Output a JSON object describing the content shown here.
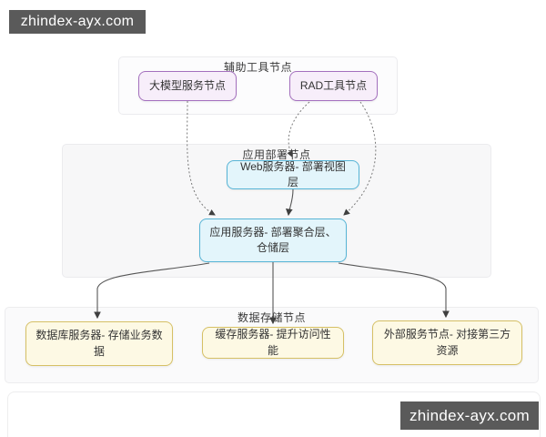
{
  "watermarks": {
    "top": "zhindex-ayx.com",
    "bottom": "zhindex-ayx.com"
  },
  "diagram": {
    "groups": [
      {
        "label": "辅助工具节点",
        "nodes": [
          {
            "label": "大模型服务节点"
          },
          {
            "label": "RAD工具节点"
          }
        ]
      },
      {
        "label": "应用部署节点",
        "nodes": [
          {
            "label": "Web服务器- 部署视图层"
          },
          {
            "label": "应用服务器- 部署聚合层、仓储层"
          }
        ]
      },
      {
        "label": "数据存储节点",
        "nodes": [
          {
            "label": "数据库服务器- 存储业务数据"
          },
          {
            "label": "缓存服务器- 提升访问性能"
          },
          {
            "label": "外部服务节点- 对接第三方资源"
          }
        ]
      }
    ],
    "edges": [
      {
        "from": "大模型服务节点",
        "to": "应用服务器- 部署聚合层、仓储层",
        "style": "dotted"
      },
      {
        "from": "RAD工具节点",
        "to": "Web服务器- 部署视图层",
        "style": "dotted"
      },
      {
        "from": "RAD工具节点",
        "to": "应用服务器- 部署聚合层、仓储层",
        "style": "dotted"
      },
      {
        "from": "Web服务器- 部署视图层",
        "to": "应用服务器- 部署聚合层、仓储层",
        "style": "solid"
      },
      {
        "from": "应用服务器- 部署聚合层、仓储层",
        "to": "数据库服务器- 存储业务数据",
        "style": "solid"
      },
      {
        "from": "应用服务器- 部署聚合层、仓储层",
        "to": "缓存服务器- 提升访问性能",
        "style": "solid"
      },
      {
        "from": "应用服务器- 部署聚合层、仓储层",
        "to": "外部服务节点- 对接第三方资源",
        "style": "solid"
      }
    ],
    "colors": {
      "aux_node_fill": "#f7eefa",
      "aux_node_border": "#a470be",
      "app_node_fill": "#e3f5fb",
      "app_node_border": "#56b4d6",
      "data_node_fill": "#fdf9e4",
      "data_node_border": "#d6c065",
      "edge_solid": "#565656",
      "edge_dotted": "#7a7a7a",
      "watermark_bg": "#5a5a5a"
    }
  }
}
